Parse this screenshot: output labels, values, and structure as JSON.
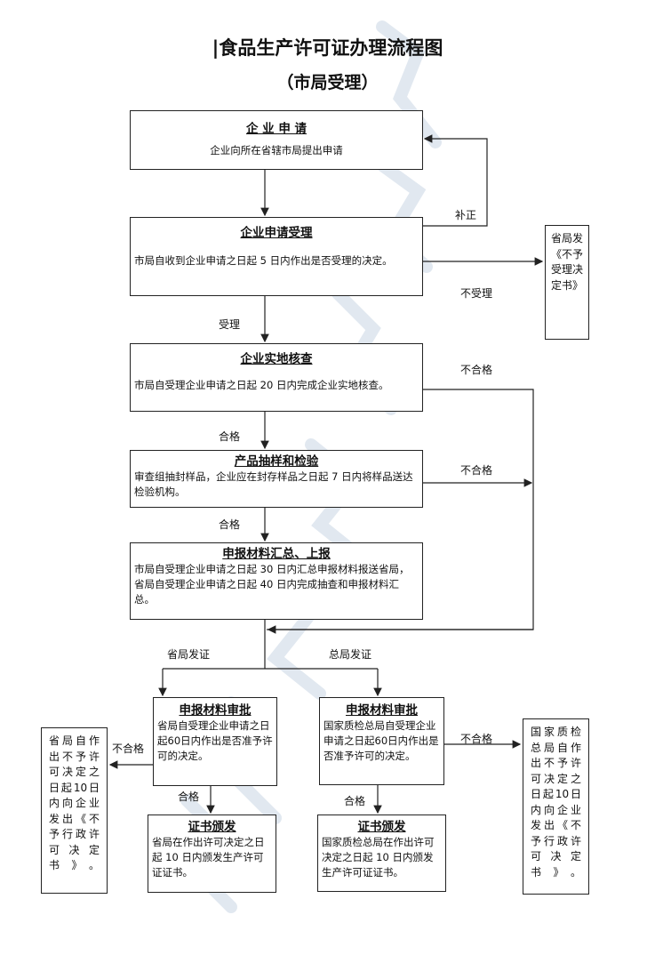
{
  "title": "|食品生产许可证办理流程图",
  "subtitle": "（市局受理）",
  "boxes": {
    "apply": {
      "heading": "企 业 申 请",
      "body": "企业向所在省辖市局提出申请"
    },
    "accept": {
      "heading": "企业申请受理",
      "body": "市局自收到企业申请之日起 5 日内作出是否受理的决定。"
    },
    "inspect": {
      "heading": "企业实地核查",
      "body": "市局自受理企业申请之日起 20 日内完成企业实地核查。"
    },
    "sample": {
      "heading": "产品抽样和检验",
      "body": "审查组抽封样品，企业应在封存样品之日起 7 日内将样品送达检验机构。"
    },
    "report": {
      "heading": "申报材料汇总、上报",
      "body": "市局自受理企业申请之日起 30 日内汇总申报材料报送省局，省局自受理企业申请之日起 40 日内完成抽查和申报材料汇总。"
    },
    "prov_review": {
      "heading": "申报材料审批",
      "body": "省局自受理企业申请之日起60日内作出是否准予许可的决定。"
    },
    "nat_review": {
      "heading": "申报材料审批",
      "body": "国家质检总局自受理企业申请之日起60日内作出是否准予许可的决定。"
    },
    "prov_issue": {
      "heading": "证书颁发",
      "body": "省局在作出许可决定之日起 10 日内颁发生产许可证证书。"
    },
    "nat_issue": {
      "heading": "证书颁发",
      "body": "国家质检总局在作出许可决定之日起 10 日内颁发生产许可证证书。"
    },
    "reject_accept": {
      "body": "省局发《不予受理决定书》"
    },
    "prov_deny": {
      "body": "省局自作出不予许可决定之日起10日内向企业发出《不予行政许可决定书》。"
    },
    "nat_deny": {
      "body": "国家质检总局自作出不予许可决定之日起10日内向企业发出《不予行政许可决定书》。"
    }
  },
  "labels": {
    "correction": "补正",
    "not_accepted": "不受理",
    "accepted": "受理",
    "fail1": "不合格",
    "pass1": "合格",
    "fail2": "不合格",
    "pass2": "合格",
    "prov_cert": "省局发证",
    "nat_cert": "总局发证",
    "fail_left": "不合格",
    "fail_right": "不合格",
    "pass_left": "合格",
    "pass_right": "合格"
  },
  "colors": {
    "line": "#222222",
    "watermark": "#c9d6e4"
  }
}
